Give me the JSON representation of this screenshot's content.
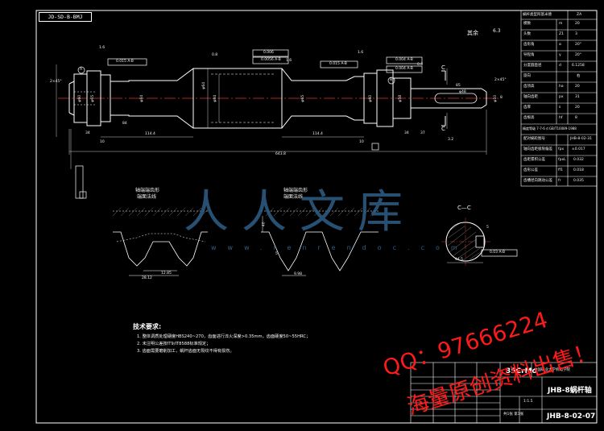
{
  "drawing": {
    "code": "JD-SD-B-BMJ",
    "surface_note": "其余",
    "roughness_rest": "6.3",
    "rough_marks": [
      "1.6",
      "0.8",
      "1.6",
      "1.6",
      "0.8",
      "3.2"
    ],
    "geo_tolerances": [
      "0.015 A-B",
      "0.006",
      "0.0056 A-B",
      "0.015 A-B",
      "0.004 A-B",
      "0.004 A-B",
      "0.03 A-B"
    ],
    "datums": [
      "A",
      "B"
    ],
    "chamfers_left": "2×45°",
    "chamfer_right": "2×45°",
    "diameters": [
      "φ60",
      "φ65",
      "φ84",
      "φ64",
      "φ84",
      "φ65",
      "φ60",
      "φ58",
      "φ48",
      "φ10"
    ],
    "lengths": [
      "34",
      "84",
      "114.4",
      "114.4",
      "34",
      "10",
      "10",
      "85",
      "643.8",
      "37",
      "8"
    ],
    "section_label": "C",
    "section_title": "C—C",
    "section_dims": [
      "5",
      "44.5"
    ],
    "tooth_left_title": "轴端端齿形",
    "tooth_left_sub": "端面法线",
    "tooth_right_title": "轴端端齿形",
    "tooth_right_sub": "端面法线",
    "tooth_dims": [
      "28.12",
      "12.85",
      "40",
      "5",
      "9.98"
    ]
  },
  "param_table": {
    "header": "蜗杆类型阿基米德",
    "header_value": "ZA",
    "rows": [
      {
        "name": "模数",
        "sym": "m",
        "val": "20"
      },
      {
        "name": "头数",
        "sym": "Z1",
        "val": "3"
      },
      {
        "name": "齿形角",
        "sym": "α",
        "val": "20°"
      },
      {
        "name": "导程角",
        "sym": "γ",
        "val": "20°"
      },
      {
        "name": "分度圆直径",
        "sym": "d",
        "val": "6.1258"
      },
      {
        "name": "旋向",
        "sym": "",
        "val": "右"
      },
      {
        "name": "齿顶高",
        "sym": "ha",
        "val": "20"
      },
      {
        "name": "轴向齿距",
        "sym": "px",
        "val": "31"
      },
      {
        "name": "齿厚",
        "sym": "s",
        "val": "20"
      },
      {
        "name": "齿根高",
        "sym": "hf",
        "val": "8"
      }
    ],
    "precision": "精度等级 7-7-6 d GB/T10089-1988",
    "rows2": [
      {
        "name": "配对蜗轮图号",
        "val": "JHB-8-02-31"
      },
      {
        "name": "轴向齿距极限偏差",
        "sym": "fpx",
        "val": "±0.017"
      },
      {
        "name": "齿距累积公差",
        "sym": "fpxL",
        "val": "0.032"
      },
      {
        "name": "齿形公差",
        "sym": "ff1",
        "val": "0.018"
      },
      {
        "name": "齿槽径向跳动公差",
        "sym": "fr",
        "val": "0.035"
      }
    ]
  },
  "tech_req": {
    "title": "技术要求:",
    "lines": [
      "1. 整体调质处理硬度HBS240~270，齿面进行淬火深度>0.35mm，齿面硬度50~55HRC；",
      "2. 未注明公差按IT9/IT8588标准规定；",
      "3. 齿面需要磨削加工，蜗杆齿面无裂纹不得有损伤。"
    ]
  },
  "title_block": {
    "material": "35CrMo",
    "school": "中国矿业大学机电学院",
    "part_name": "JHB-8蜗杆轴",
    "drawing_no": "JHB-8-02-07",
    "scale": "1:1.5",
    "sheet": "共1张  第1张"
  },
  "watermark": {
    "chars": "人人文库",
    "url": "www.renrendoc.com"
  },
  "overlay": {
    "qq": "QQ：97666224",
    "sale": "海量原创资料出售！"
  }
}
